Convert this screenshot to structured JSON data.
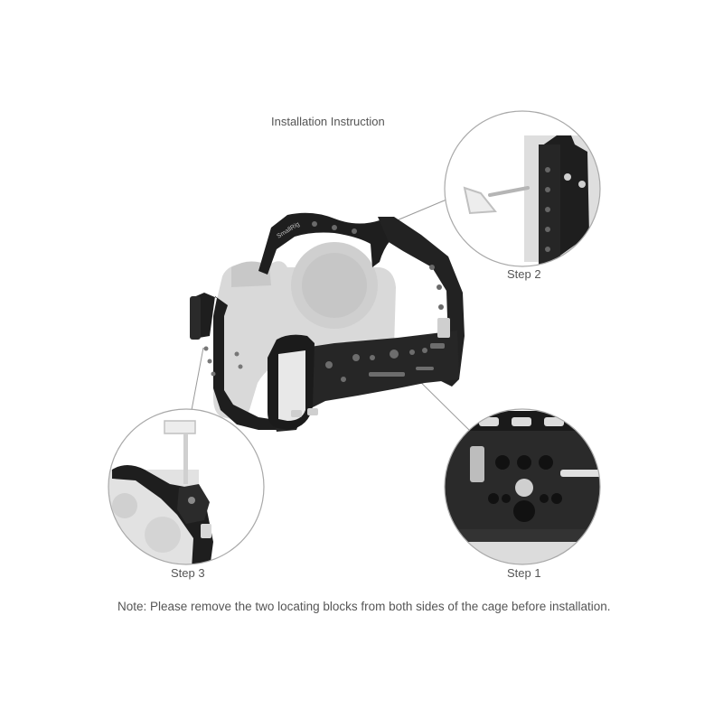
{
  "header": {
    "title": "Installation Instruction"
  },
  "steps": [
    {
      "label": "Step 1"
    },
    {
      "label": "Step 2"
    },
    {
      "label": "Step 3"
    }
  ],
  "cage": {
    "brand": "SmallRig"
  },
  "footer": {
    "note": "Note: Please remove the two locating blocks from both sides of the cage before installation."
  },
  "colors": {
    "cage": "#1e1e1e",
    "camera_ghost": "#d9d9d9",
    "text": "#555555",
    "line": "#9a9a9a"
  }
}
